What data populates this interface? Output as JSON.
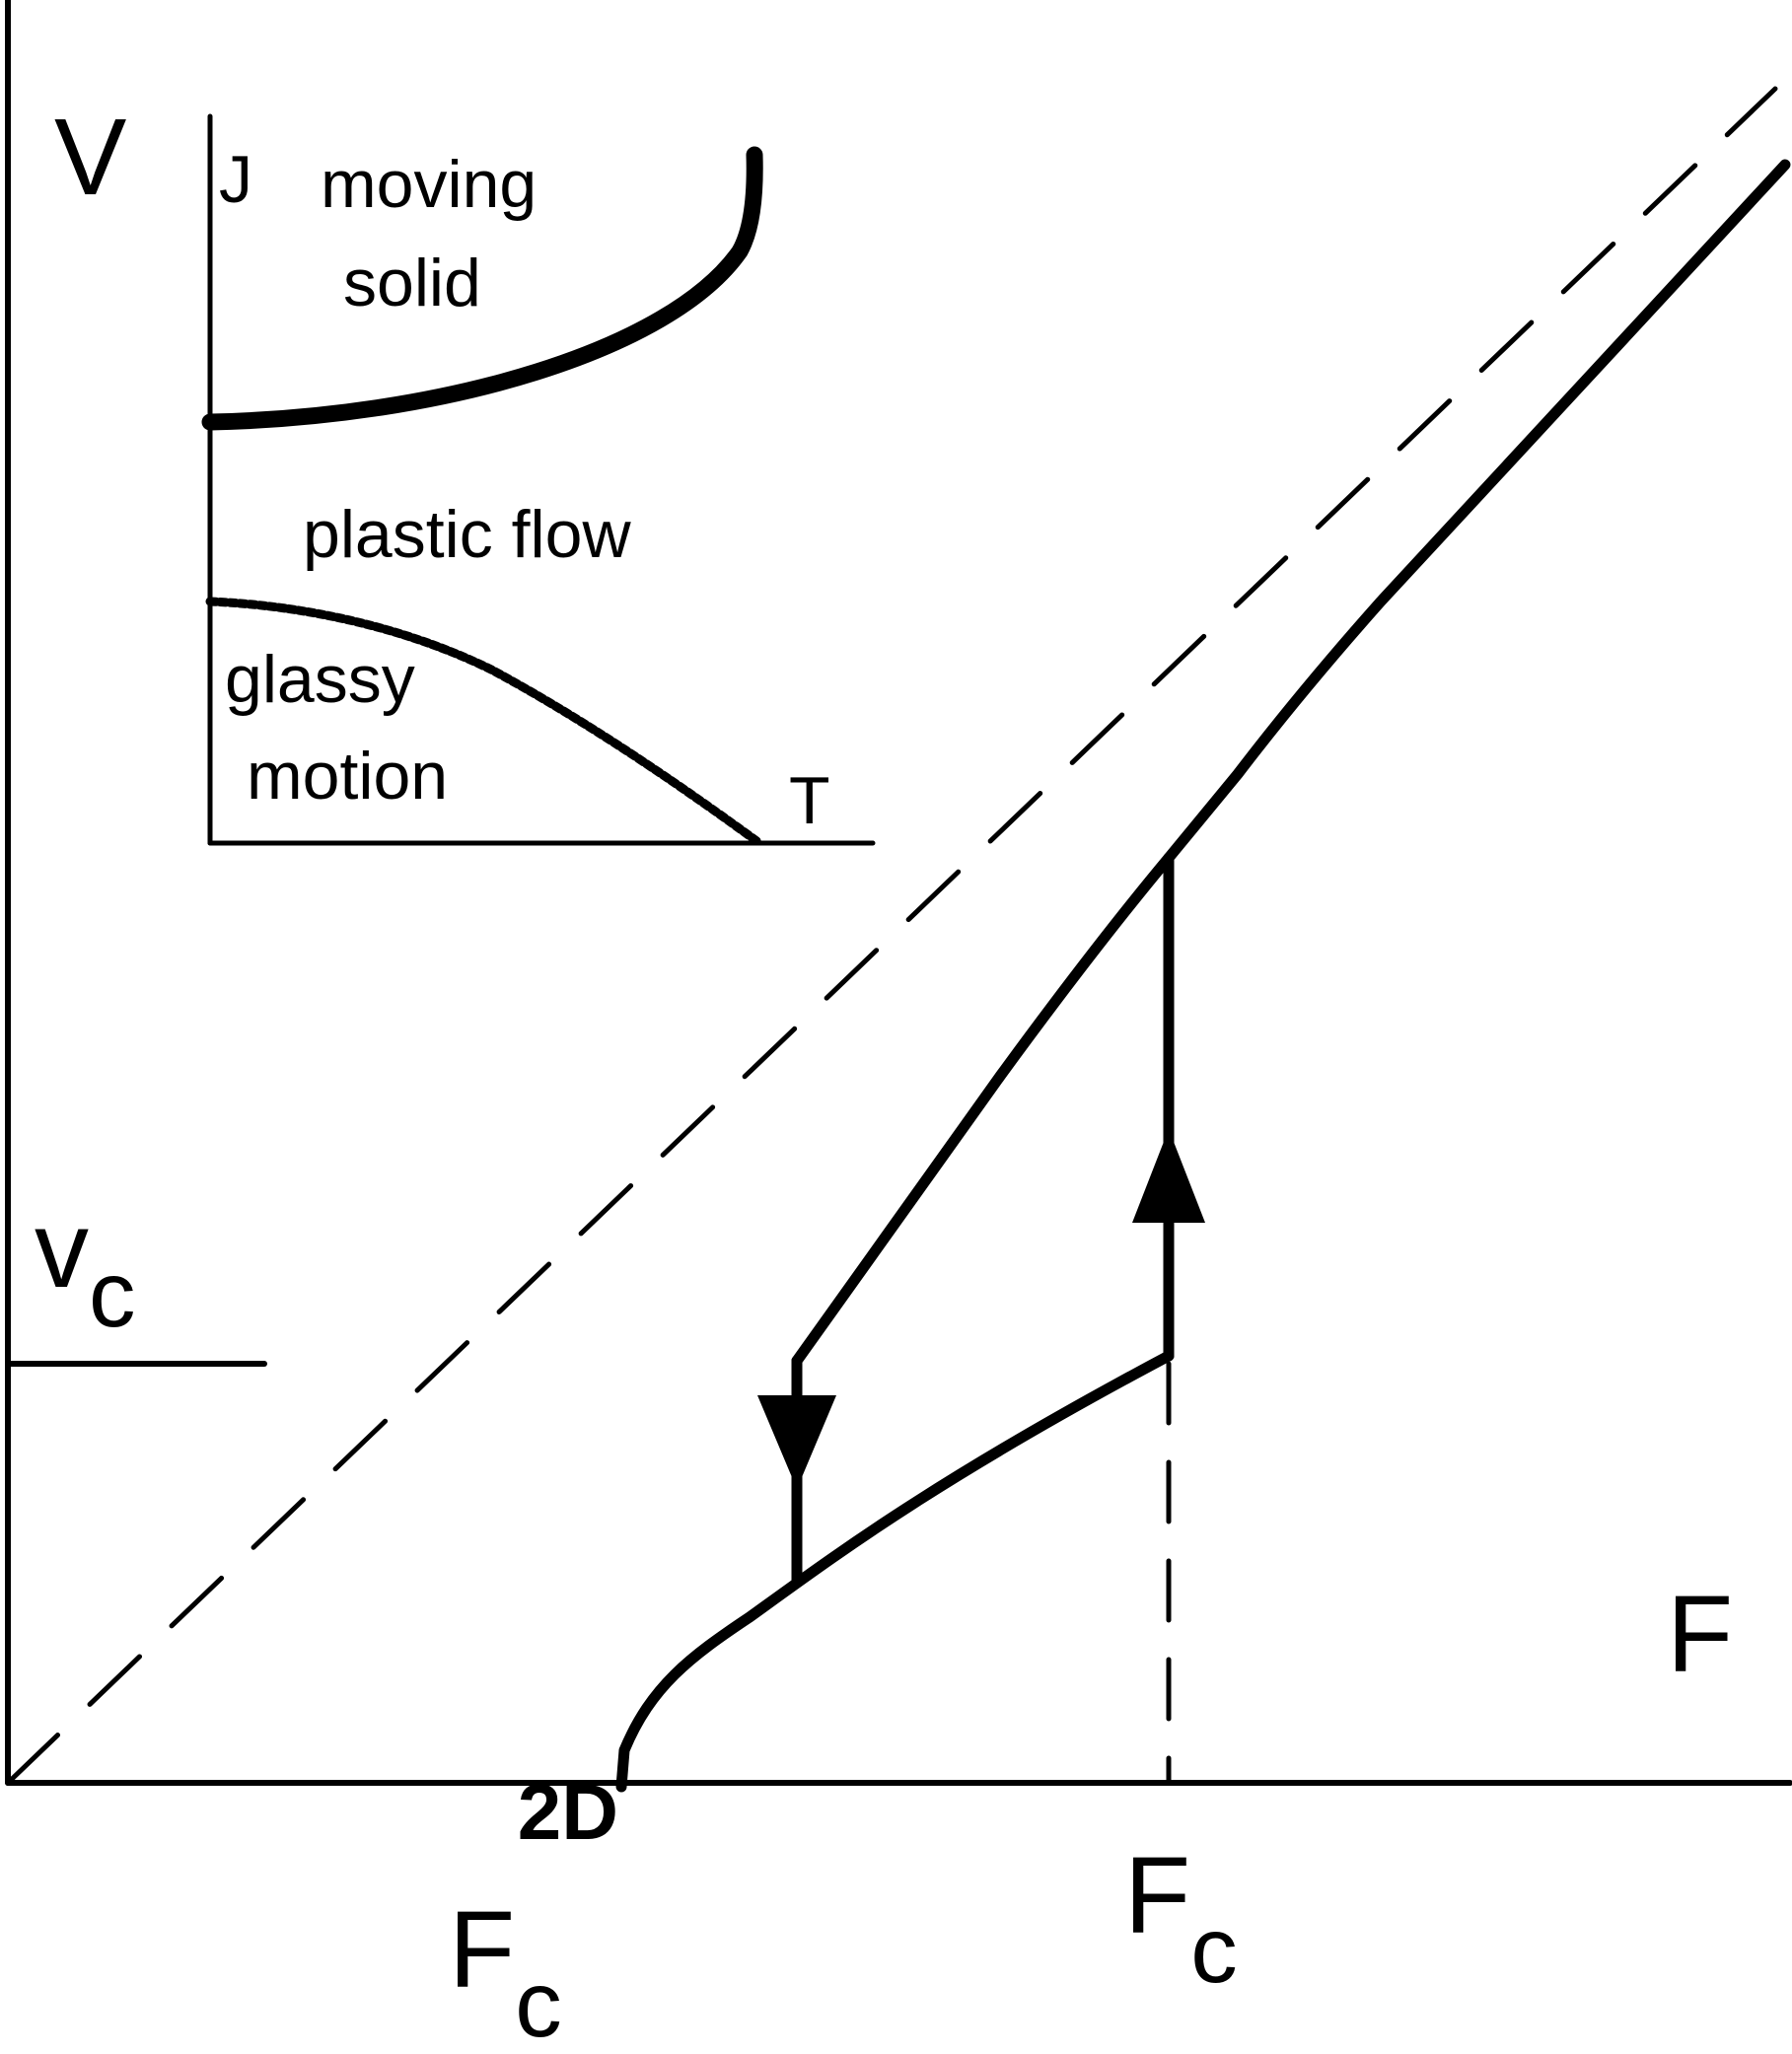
{
  "main_plot": {
    "y_axis_label": "V",
    "x_axis_label": "F",
    "vc_label": {
      "main": "v",
      "sub": "c"
    },
    "fc2d_label": {
      "main": "F",
      "sub": "c",
      "sup": "2D"
    },
    "fc_label": {
      "main": "F",
      "sub": "c"
    }
  },
  "inset": {
    "y_axis_label": "J",
    "x_axis_label": "T",
    "regions": [
      {
        "line1": "moving",
        "line2": "solid"
      },
      {
        "line1": "plastic flow"
      },
      {
        "line1": "glassy",
        "line2": "motion"
      }
    ]
  },
  "colors": {
    "ink": "#000000",
    "background": "#ffffff"
  }
}
